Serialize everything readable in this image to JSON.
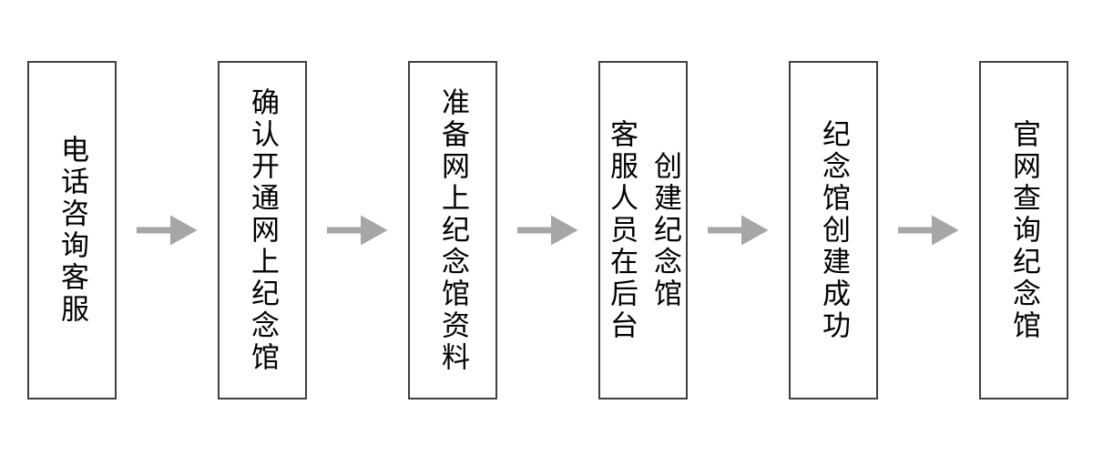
{
  "diagram": {
    "type": "flowchart",
    "direction": "left-to-right",
    "connector": "right-arrow",
    "steps": [
      {
        "label": "电话咨询客服"
      },
      {
        "label": "确认开通网上纪念馆"
      },
      {
        "label": "准备网上纪念馆资料"
      },
      {
        "label": "客服人员在后台\n创建纪念馆"
      },
      {
        "label": "纪念馆创建成功"
      },
      {
        "label": "官网查询纪念馆"
      }
    ],
    "colors": {
      "background": "#ffffff",
      "box_fill": "#ffffff",
      "box_border": "#404040",
      "text": "#000000",
      "arrow": "#a6a6a6"
    }
  }
}
